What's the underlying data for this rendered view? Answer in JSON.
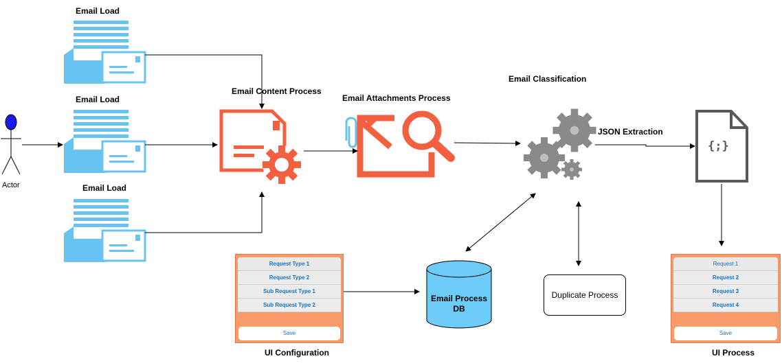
{
  "actor": {
    "label": "Actor"
  },
  "email_loads": [
    {
      "label": "Email Load"
    },
    {
      "label": "Email Load"
    },
    {
      "label": "Email Load"
    }
  ],
  "processes": {
    "content": "Email Content Process",
    "attachments": "Email Attachments Process",
    "classification": "Email Classification",
    "json_extraction": "JSON Extraction",
    "duplicate": "Duplicate Process"
  },
  "database": {
    "line1": "Email Process",
    "line2": "DB"
  },
  "ui_configuration": {
    "title": "UI Configuration",
    "items": [
      "Request Type 1",
      "Request Type 2",
      "Sub Request Type 1",
      "Sub Request Type 2"
    ],
    "save_label": "Save"
  },
  "ui_process": {
    "title": "UI Process",
    "items": [
      "Request 1",
      "Request 2",
      "Request 3",
      "Request 4"
    ],
    "save_label": "Save"
  },
  "json_file": {
    "glyph": "{;}"
  },
  "colors": {
    "email_blue": "#69c3f0",
    "process_orange": "#f2603f",
    "panel_orange": "#f89b6b",
    "db_blue": "#6ccbf7",
    "gear_gray": "#8a8a8a",
    "link_blue": "#1a73c9"
  }
}
